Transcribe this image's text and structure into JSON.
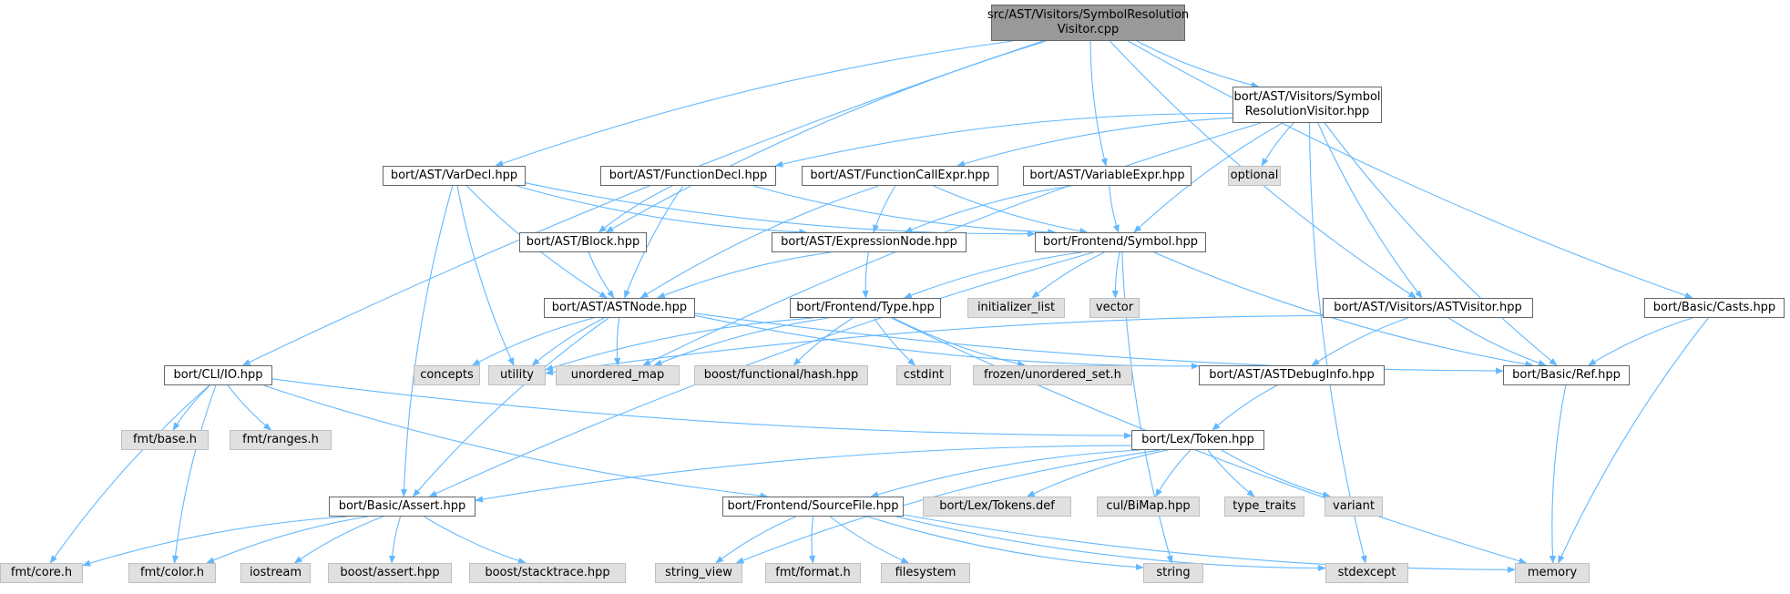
{
  "colors": {
    "edge": "#63b8ff",
    "root_fill": "#999999",
    "node_border": "#666666",
    "system_fill": "#e0e0e0"
  },
  "nodes": {
    "root": {
      "label": [
        "src/AST/Visitors/SymbolResolution",
        "Visitor.cpp"
      ]
    },
    "srv_hpp": {
      "label": [
        "bort/AST/Visitors/Symbol",
        "ResolutionVisitor.hpp"
      ]
    },
    "vardecl": {
      "label": [
        "bort/AST/VarDecl.hpp"
      ]
    },
    "funcdecl": {
      "label": [
        "bort/AST/FunctionDecl.hpp"
      ]
    },
    "funccall": {
      "label": [
        "bort/AST/FunctionCallExpr.hpp"
      ]
    },
    "varexpr": {
      "label": [
        "bort/AST/VariableExpr.hpp"
      ]
    },
    "optional": {
      "label": [
        "optional"
      ]
    },
    "block": {
      "label": [
        "bort/AST/Block.hpp"
      ]
    },
    "exprnode": {
      "label": [
        "bort/AST/ExpressionNode.hpp"
      ]
    },
    "symbol": {
      "label": [
        "bort/Frontend/Symbol.hpp"
      ]
    },
    "astnode": {
      "label": [
        "bort/AST/ASTNode.hpp"
      ]
    },
    "type": {
      "label": [
        "bort/Frontend/Type.hpp"
      ]
    },
    "init_list": {
      "label": [
        "initializer_list"
      ]
    },
    "vector": {
      "label": [
        "vector"
      ]
    },
    "astvisitor": {
      "label": [
        "bort/AST/Visitors/ASTVisitor.hpp"
      ]
    },
    "casts": {
      "label": [
        "bort/Basic/Casts.hpp"
      ]
    },
    "cli_io": {
      "label": [
        "bort/CLI/IO.hpp"
      ]
    },
    "concepts": {
      "label": [
        "concepts"
      ]
    },
    "utility": {
      "label": [
        "utility"
      ]
    },
    "unordered_map": {
      "label": [
        "unordered_map"
      ]
    },
    "boost_hash": {
      "label": [
        "boost/functional/hash.hpp"
      ]
    },
    "cstdint": {
      "label": [
        "cstdint"
      ]
    },
    "frozen_set": {
      "label": [
        "frozen/unordered_set.h"
      ]
    },
    "astdebuginfo": {
      "label": [
        "bort/AST/ASTDebugInfo.hpp"
      ]
    },
    "ref": {
      "label": [
        "bort/Basic/Ref.hpp"
      ]
    },
    "fmt_base": {
      "label": [
        "fmt/base.h"
      ]
    },
    "fmt_ranges": {
      "label": [
        "fmt/ranges.h"
      ]
    },
    "token": {
      "label": [
        "bort/Lex/Token.hpp"
      ]
    },
    "assert": {
      "label": [
        "bort/Basic/Assert.hpp"
      ]
    },
    "sourcefile": {
      "label": [
        "bort/Frontend/SourceFile.hpp"
      ]
    },
    "tokens_def": {
      "label": [
        "bort/Lex/Tokens.def"
      ]
    },
    "bimap": {
      "label": [
        "cul/BiMap.hpp"
      ]
    },
    "type_traits": {
      "label": [
        "type_traits"
      ]
    },
    "variant": {
      "label": [
        "variant"
      ]
    },
    "fmt_core": {
      "label": [
        "fmt/core.h"
      ]
    },
    "fmt_color": {
      "label": [
        "fmt/color.h"
      ]
    },
    "iostream": {
      "label": [
        "iostream"
      ]
    },
    "boost_assert": {
      "label": [
        "boost/assert.hpp"
      ]
    },
    "boost_stacktrace": {
      "label": [
        "boost/stacktrace.hpp"
      ]
    },
    "string_view": {
      "label": [
        "string_view"
      ]
    },
    "fmt_format": {
      "label": [
        "fmt/format.h"
      ]
    },
    "filesystem": {
      "label": [
        "filesystem"
      ]
    },
    "string": {
      "label": [
        "string"
      ]
    },
    "stdexcept": {
      "label": [
        "stdexcept"
      ]
    },
    "memory": {
      "label": [
        "memory"
      ]
    }
  }
}
